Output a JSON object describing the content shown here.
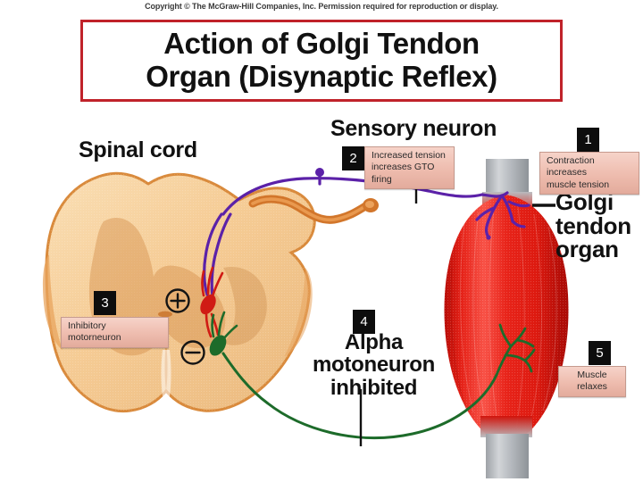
{
  "copyright": "Copyright © The McGraw-Hill Companies, Inc. Permission required for reproduction or display.",
  "title": {
    "line1": "Action of Golgi Tendon",
    "line2": "Organ (Disynaptic Reflex)",
    "border_color": "#c0222a"
  },
  "labels": {
    "spinal_cord": "Spinal cord",
    "sensory_neuron": "Sensory neuron",
    "golgi_tendon_organ": "Golgi\ntendon\norgan",
    "alpha_motoneuron": "Alpha\nmotoneuron\ninhibited"
  },
  "callouts": [
    {
      "number": "1",
      "text": "Contraction\nincreases\nmuscle tension"
    },
    {
      "number": "2",
      "text": "Increased tension\nincreases GTO firing"
    },
    {
      "number": "3",
      "text": "Inhibitory motorneuron"
    },
    {
      "number": "4",
      "text": "Alpha motoneuron inhibited"
    },
    {
      "number": "5",
      "text": "Muscle relaxes"
    }
  ],
  "symbols": {
    "excitatory": "+",
    "inhibitory": "−"
  },
  "colors": {
    "sensory_neuron": "#5b21a8",
    "interneuron_excitatory": "#d01b14",
    "motoneuron_inhibited": "#1d6b2a",
    "muscle": "#e01b10",
    "tendon": "#b9bcc0",
    "spinal_gray_matter": "#f5cb94",
    "spinal_outline": "#d98a3c",
    "callout_fill": "#eebcae",
    "badge_fill": "#0d0d0d",
    "title_border": "#c0222a"
  }
}
